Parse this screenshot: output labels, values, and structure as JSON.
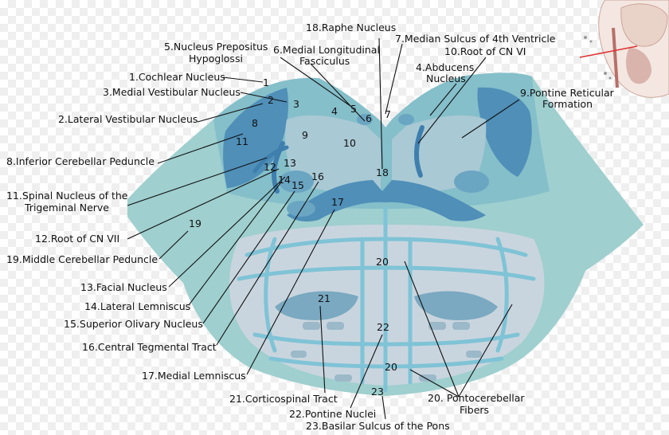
{
  "colors": {
    "outer": "#9fcfcf",
    "tegmentum": "#7ab8c4",
    "dark_nucleus": "#4f8fb8",
    "mid_nucleus": "#6aa5c2",
    "light_region": "#a9c6d4",
    "pale": "#c9d9e2",
    "fibers": "#7fc3d6",
    "dark_fibers": "#3f7fae"
  },
  "labels": [
    {
      "id": "1",
      "number": "1",
      "lines": [
        "1.Cochlear Nucleus"
      ]
    },
    {
      "id": "2",
      "number": "2",
      "lines": [
        "2.Lateral Vestibular Nucleus"
      ]
    },
    {
      "id": "3",
      "number": "3",
      "lines": [
        "3.Medial Vestibular Nucleus"
      ]
    },
    {
      "id": "4",
      "number": "4",
      "lines": [
        "4.Abducens",
        "Nucleus"
      ]
    },
    {
      "id": "5",
      "number": "5",
      "lines": [
        "5.Nucleus Prepositus",
        "Hypoglossi"
      ]
    },
    {
      "id": "6",
      "number": "6",
      "lines": [
        "6.Medial Longitudinal",
        "Fasciculus"
      ]
    },
    {
      "id": "7",
      "number": "7",
      "lines": [
        "7.Median Sulcus of 4th Ventricle"
      ]
    },
    {
      "id": "8",
      "number": "8",
      "lines": [
        "8.Inferior Cerebellar Peduncle"
      ]
    },
    {
      "id": "9",
      "number": "9",
      "lines": [
        "9.Pontine Reticular",
        "Formation"
      ]
    },
    {
      "id": "10",
      "number": "10",
      "lines": [
        "10.Root of CN VI"
      ]
    },
    {
      "id": "11",
      "number": "11",
      "lines": [
        "11.Spinal Nucleus of the",
        "Trigeminal Nerve"
      ]
    },
    {
      "id": "12",
      "number": "12",
      "lines": [
        "12.Root of CN VII"
      ]
    },
    {
      "id": "13",
      "number": "13",
      "lines": [
        "13.Facial Nucleus"
      ]
    },
    {
      "id": "14",
      "number": "14",
      "lines": [
        "14.Lateral Lemniscus"
      ]
    },
    {
      "id": "15",
      "number": "15",
      "lines": [
        "15.Superior Olivary Nucleus"
      ]
    },
    {
      "id": "16",
      "number": "16",
      "lines": [
        "16.Central Tegmental Tract"
      ]
    },
    {
      "id": "17",
      "number": "17",
      "lines": [
        "17.Medial Lemniscus"
      ]
    },
    {
      "id": "18",
      "number": "18",
      "lines": [
        "18.Raphe Nucleus"
      ]
    },
    {
      "id": "19",
      "number": "19",
      "lines": [
        "19.Middle Cerebellar Peduncle"
      ]
    },
    {
      "id": "20",
      "number": "20",
      "lines": [
        "20. Pontocerebellar",
        "Fibers"
      ]
    },
    {
      "id": "21",
      "number": "21",
      "lines": [
        "21.Corticospinal Tract"
      ]
    },
    {
      "id": "22",
      "number": "22",
      "lines": [
        "22.Pontine Nuclei"
      ]
    },
    {
      "id": "23",
      "number": "23",
      "lines": [
        "23.Basilar Sulcus of the Pons"
      ]
    }
  ]
}
